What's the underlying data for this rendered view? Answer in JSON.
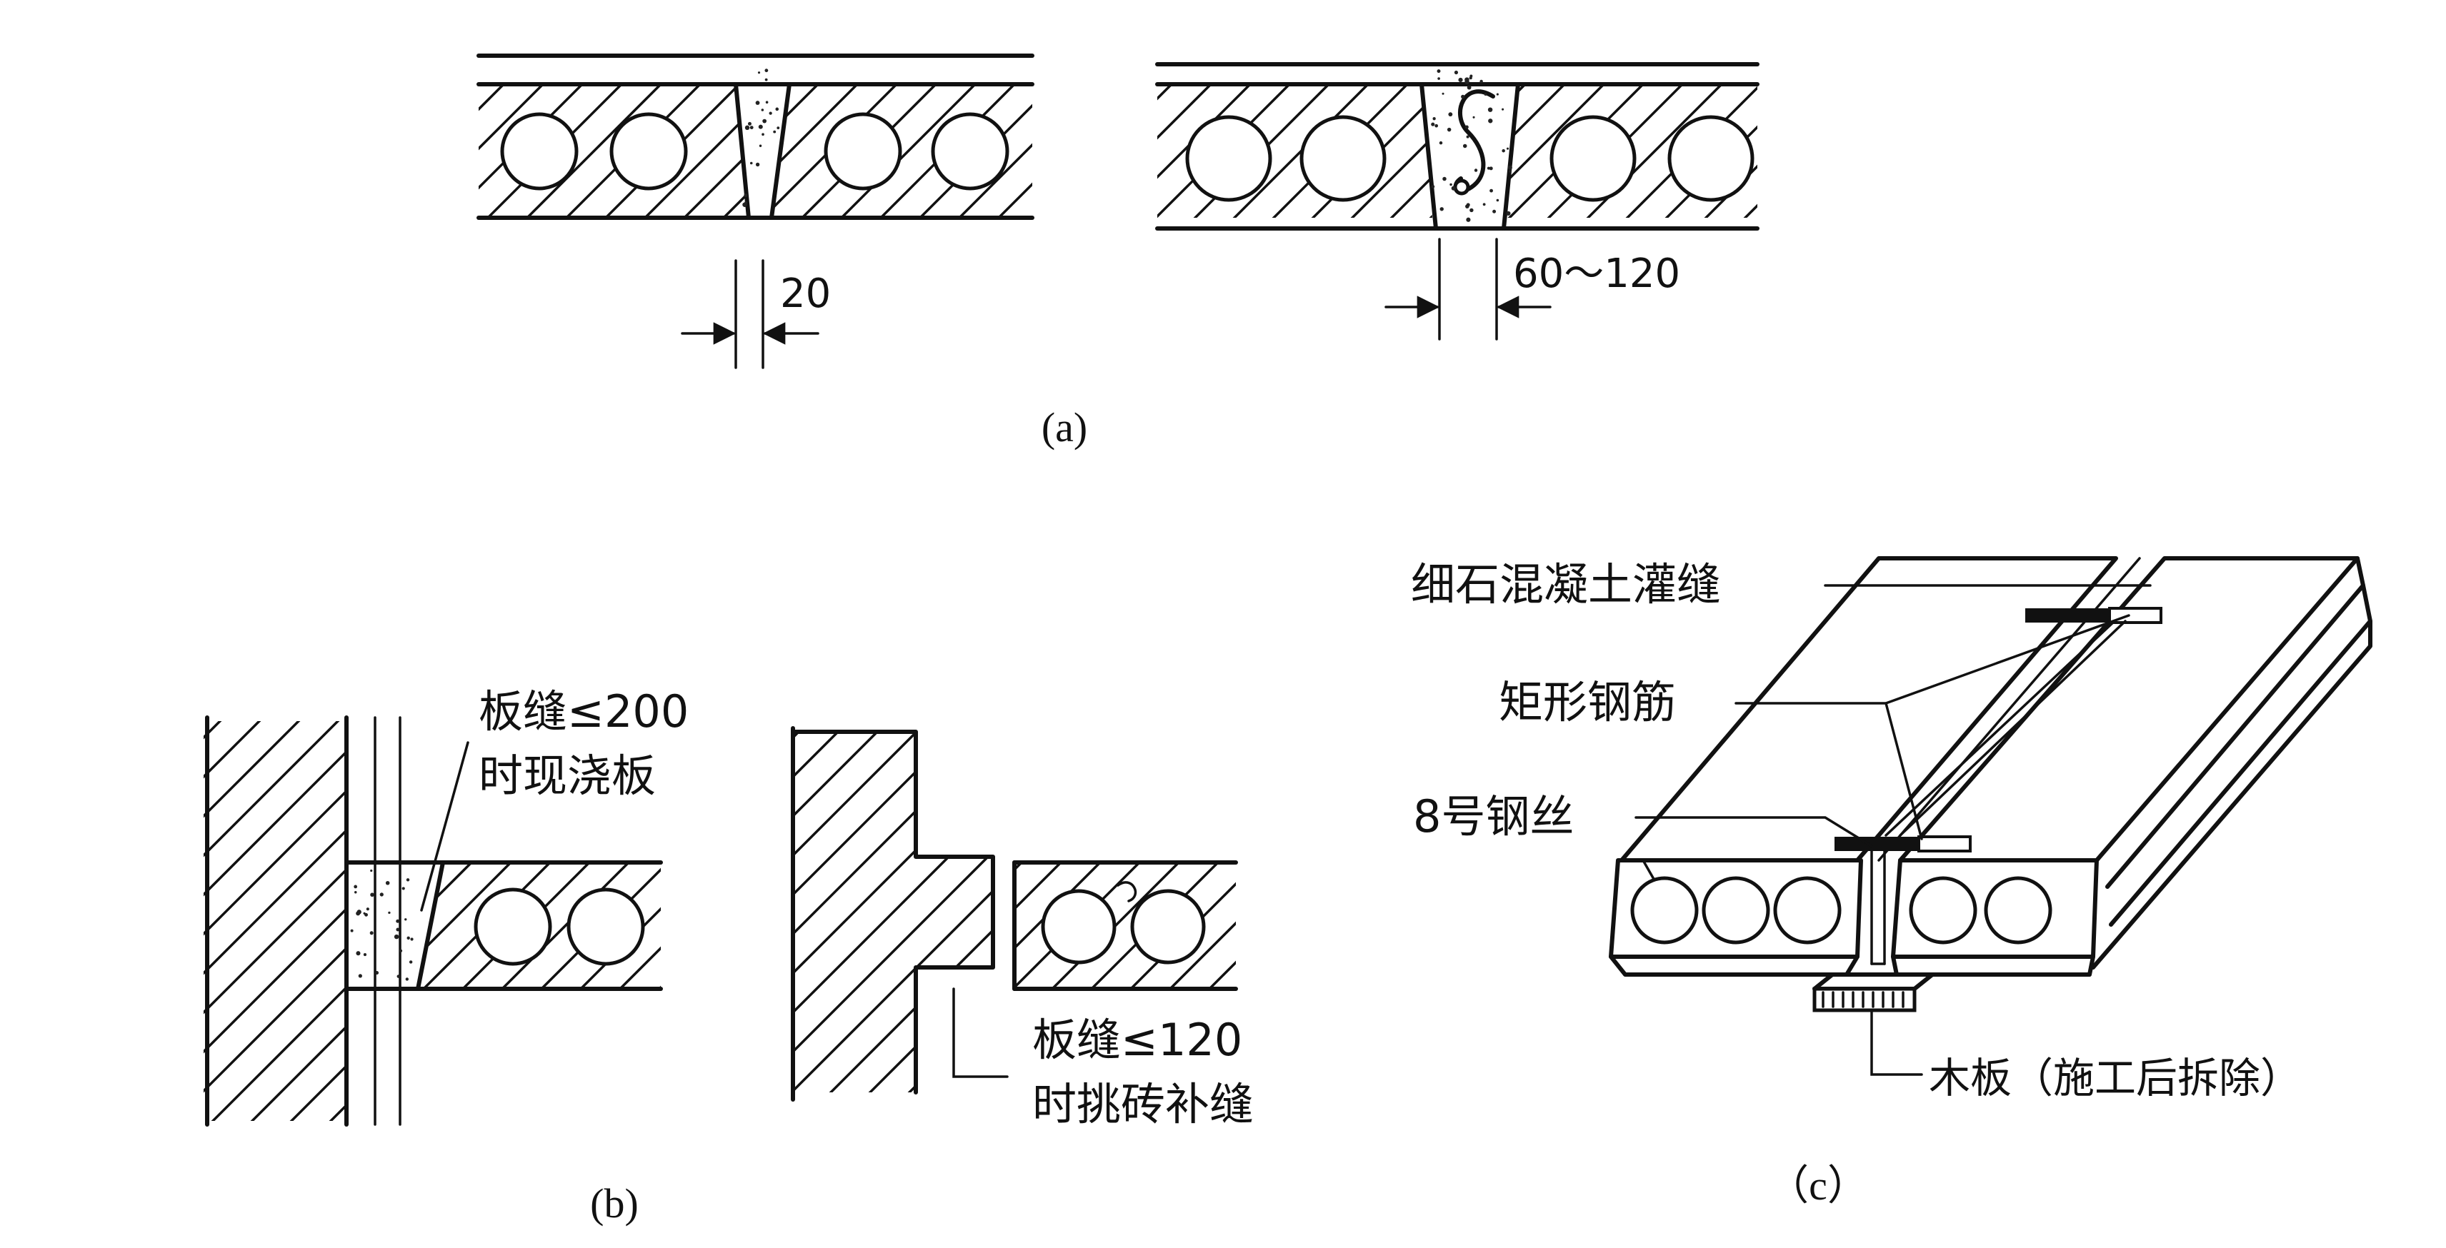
{
  "figure_a": {
    "dimension_left": "20",
    "dimension_right": "60～120",
    "caption": "(a)"
  },
  "figure_b": {
    "label_left_line1": "板缝≤200",
    "label_left_line2": "时现浇板",
    "label_right_line1": "板缝≤120",
    "label_right_line2": "时挑砖补缝",
    "caption": "(b)"
  },
  "figure_c": {
    "label_grout": "细石混凝土灌缝",
    "label_rebar": "矩形钢筋",
    "label_wire": "8号钢丝",
    "label_board": "木板（施工后拆除）",
    "caption": "（c）"
  }
}
